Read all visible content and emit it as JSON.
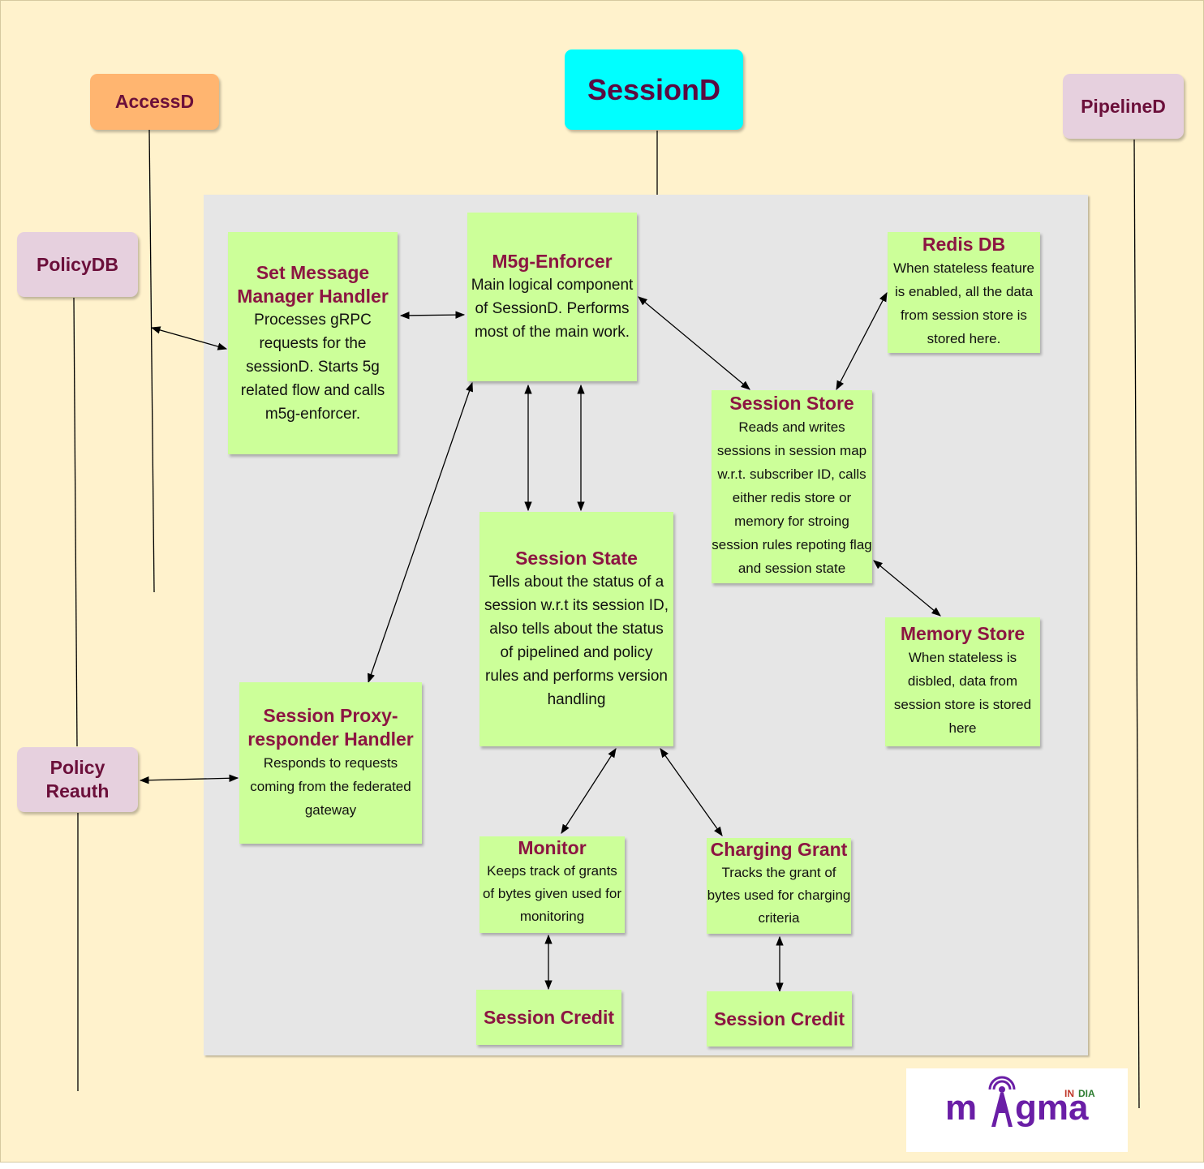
{
  "external": {
    "accessd": "AccessD",
    "sessiond": "SessionD",
    "pipelined": "PipelineD",
    "policydb": "PolicyDB",
    "policy_reauth": "Policy Reauth"
  },
  "components": {
    "set_message": {
      "title": "Set Message Manager Handler",
      "desc": "Processes gRPC requests for the sessionD. Starts 5g related flow and calls m5g-enforcer."
    },
    "m5g": {
      "title": "M5g-Enforcer",
      "desc": "Main logical component of SessionD. Performs most of the main work."
    },
    "redis": {
      "title": "Redis DB",
      "desc": "When stateless feature is enabled, all the data from session store is stored here."
    },
    "session_store": {
      "title": "Session Store",
      "desc": "Reads and writes sessions in  session map w.r.t. subscriber ID, calls either redis store or memory for stroing session rules repoting flag and session state"
    },
    "session_state": {
      "title": "Session State",
      "desc": "Tells about the status of a session w.r.t its session ID, also tells about the status of pipelined and policy rules and performs version handling"
    },
    "memory_store": {
      "title": "Memory Store",
      "desc": "When stateless is disbled, data from session store is stored here"
    },
    "proxy": {
      "title": "Session Proxy-responder Handler",
      "desc": "Responds to requests coming from the federated gateway"
    },
    "monitor": {
      "title": "Monitor",
      "desc": "Keeps track of grants of bytes given used for monitoring"
    },
    "charging": {
      "title": "Charging Grant",
      "desc": "Tracks the grant of bytes used for charging criteria"
    },
    "credit_left": {
      "title": "Session Credit"
    },
    "credit_right": {
      "title": "Session Credit"
    }
  },
  "logo": {
    "text": "magma",
    "region": "INDIA"
  },
  "colors": {
    "background": "#fff2cc",
    "panel": "#e6e6e6",
    "component": "#ccff99",
    "component_title": "#8c1542",
    "accessd": "#ffb570",
    "sessiond": "#00ffff",
    "external_purple": "#e6d0de",
    "logo_purple": "#6a1ea6"
  }
}
